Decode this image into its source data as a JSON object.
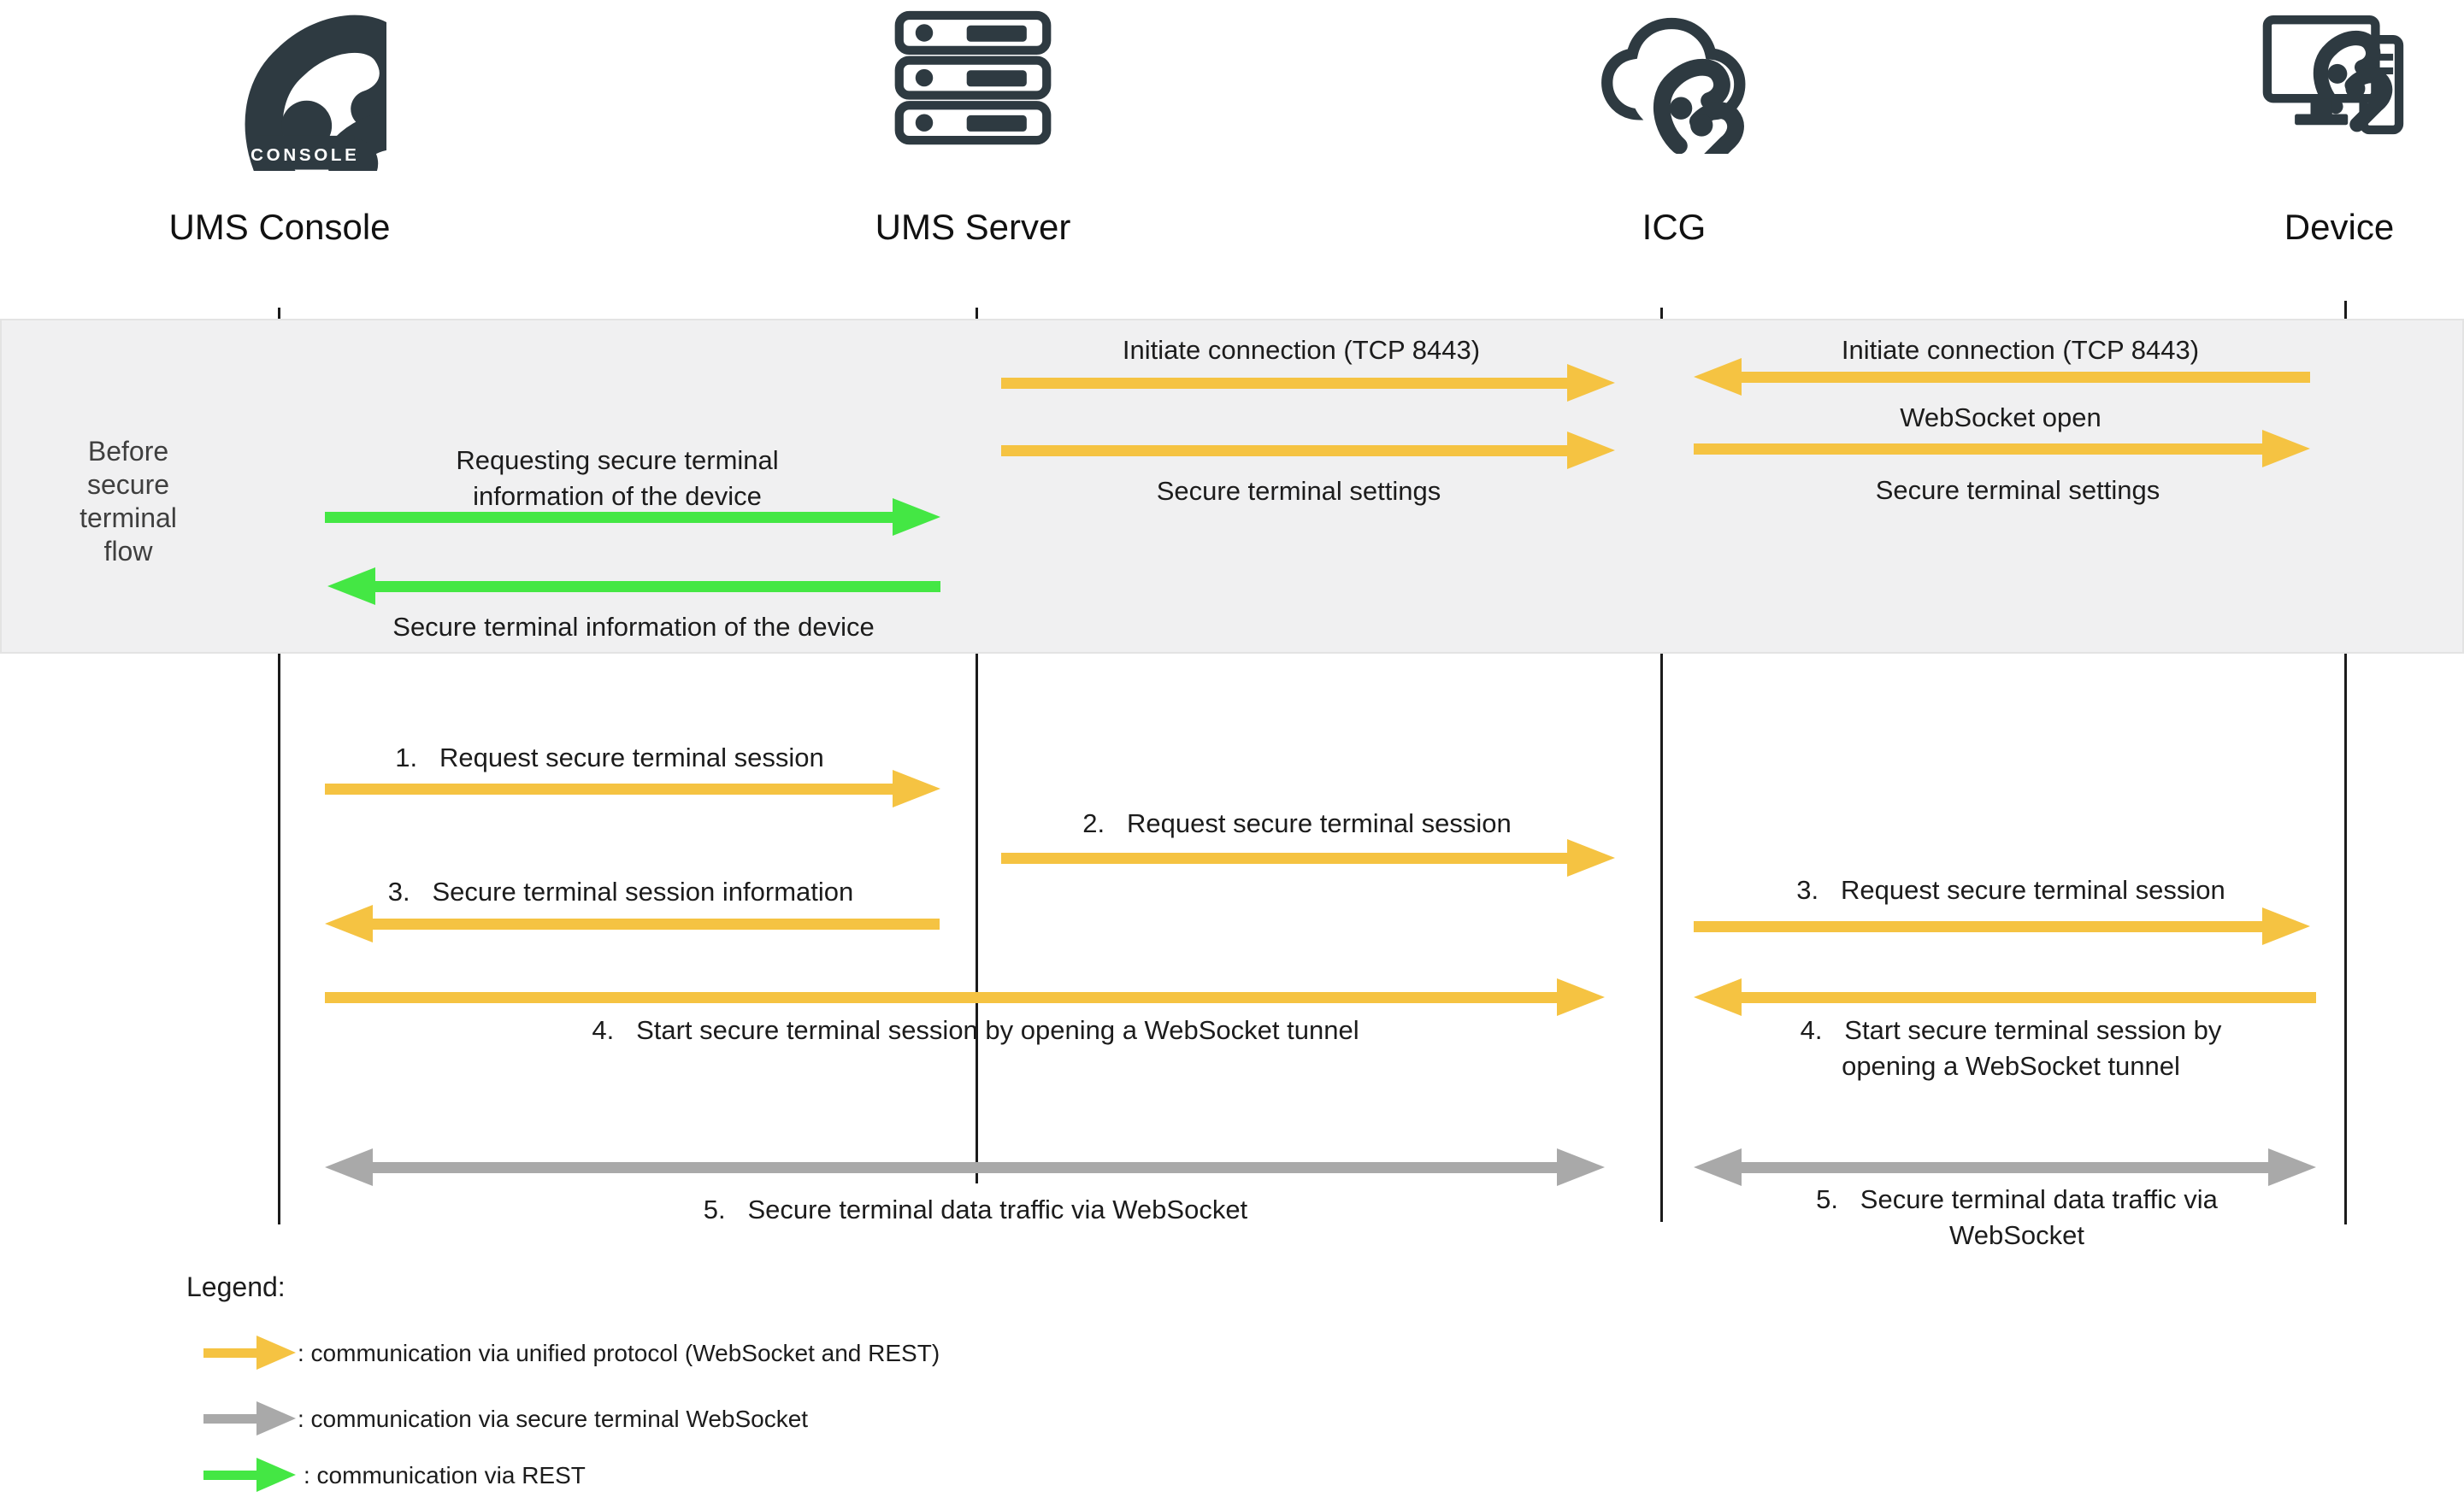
{
  "entities": [
    {
      "name": "UMS Console",
      "icon": "ums-console-logo"
    },
    {
      "name": "UMS Server",
      "icon": "server-stack"
    },
    {
      "name": "ICG",
      "icon": "icg-cloud"
    },
    {
      "name": "Device",
      "icon": "device-monitor"
    }
  ],
  "console_badge_text": "CONSOLE",
  "phase_band": {
    "label": "Before secure terminal flow",
    "messages": {
      "requesting_info": "Requesting secure terminal information of the device",
      "returned_info": "Secure terminal information of the device",
      "initiate_mid": "Initiate connection (TCP 8443)",
      "settings_mid": "Secure terminal settings",
      "initiate_right": "Initiate connection (TCP 8443)",
      "websocket_open": "WebSocket open",
      "settings_right": "Secure terminal settings"
    }
  },
  "steps": {
    "s1": "1.   Request secure terminal session",
    "s2": "2.   Request secure terminal session",
    "s3_left": "3.   Secure terminal session information",
    "s3_right": "3.   Request secure terminal session",
    "s4_left": "4.   Start secure terminal session by opening a WebSocket tunnel",
    "s4_right": "4.   Start secure terminal session by opening a WebSocket tunnel",
    "s5_left": "5.   Secure terminal data traffic via WebSocket",
    "s5_right": "5.   Secure terminal data traffic via WebSocket"
  },
  "legend": {
    "title": "Legend:",
    "items": [
      {
        "key": "unified",
        "color": "#F5C342",
        "text": ": communication via unified protocol (WebSocket and REST)"
      },
      {
        "key": "secure_ws",
        "color": "#A9A9A9",
        "text": ": communication via secure terminal WebSocket"
      },
      {
        "key": "rest",
        "color": "#44E744",
        "text": ": communication via REST"
      }
    ]
  },
  "colors": {
    "unified_protocol": "#F5C342",
    "secure_terminal_websocket": "#A9A9A9",
    "rest": "#44E744",
    "icon_dark": "#2E3A41",
    "band_background": "#F0F0F1"
  }
}
